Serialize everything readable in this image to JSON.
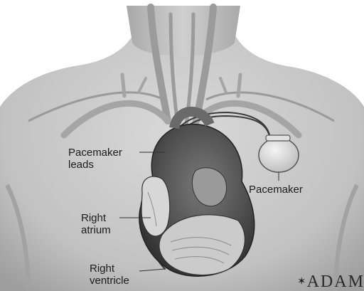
{
  "labels": {
    "pacemaker_leads": [
      "Pacemaker",
      "leads"
    ],
    "pacemaker": "Pacemaker",
    "right_atrium": [
      "Right",
      "atrium"
    ],
    "right_ventricle": [
      "Right",
      "ventricle"
    ]
  },
  "logo": {
    "text": "ADAM",
    "icon": "asterisk-star-icon"
  },
  "colors": {
    "background": "#ffffff",
    "skin": "#bdbdbd",
    "vein": "#a9a9a9",
    "heart": "#5c5c5c",
    "label_text": "#1c1c1c"
  }
}
